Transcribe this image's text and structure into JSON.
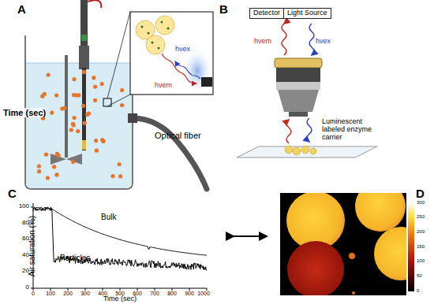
{
  "diagram": {
    "nodes": [
      {
        "text": [
          "Detector"
        ]
      },
      {
        "text": [
          "Light Source"
        ]
      }
    ],
    "labels": [
      "A",
      "B",
      "C",
      "D",
      "Time (sec)",
      "Optical fiber",
      "hνex",
      "hνem",
      "hνem",
      "hνex",
      "Luminescent labeled enzyme carrier",
      "Air saturation (%)",
      "100",
      "80",
      "60",
      "40",
      "20",
      "0",
      "0",
      "100",
      "200",
      "300",
      "400",
      "500",
      "600",
      "700",
      "800",
      "900",
      "1000",
      "Time (sec)",
      "Bulk",
      "Particles",
      "300",
      "250",
      "200",
      "150",
      "100",
      "50",
      "0"
    ]
  }
}
